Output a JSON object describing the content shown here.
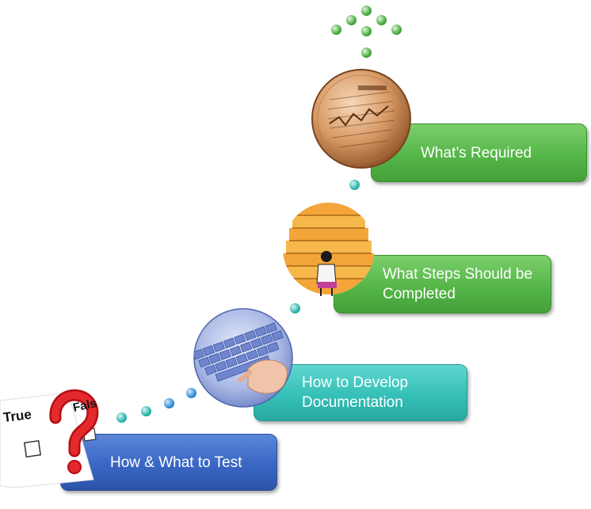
{
  "steps": [
    {
      "label": "How  & What to Test"
    },
    {
      "label_line1": "How to Develop",
      "label_line2": "Documentation"
    },
    {
      "label_line1": "What Steps Should be",
      "label_line2": "Completed"
    },
    {
      "label": "What’s Required"
    }
  ],
  "quiz_image": {
    "word_true": "True",
    "word_false": "Fals"
  },
  "colors": {
    "blue": "#3a66c4",
    "teal": "#35c0b8",
    "green": "#55b648",
    "dot_blue": "#2f8fd8",
    "dot_teal": "#2ab5ad",
    "dot_green": "#47a93c"
  }
}
